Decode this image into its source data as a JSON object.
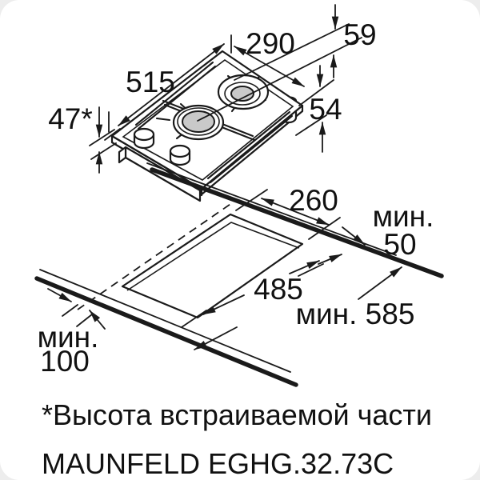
{
  "meta": {
    "type": "appliance-installation-diagram",
    "background": "#ffffff",
    "page_background": "#ededed",
    "line_color": "#1a1a1a",
    "burner_fill": "#c9c9c9"
  },
  "hob": {
    "dim_width": "290",
    "dim_burner_offset": "59",
    "dim_length": "515",
    "dim_builtin_height": "47*",
    "dim_side_height": "54"
  },
  "cutout": {
    "dim_width": "260",
    "min_back_line1": "мин.",
    "min_back_line2": "50",
    "dim_length": "485",
    "min_depth": "мин. 585",
    "min_front_line1": "мин.",
    "min_front_line2": "100"
  },
  "footnote": "*Высота встраиваемой части",
  "model": "MAUNFELD EGHG.32.73C"
}
